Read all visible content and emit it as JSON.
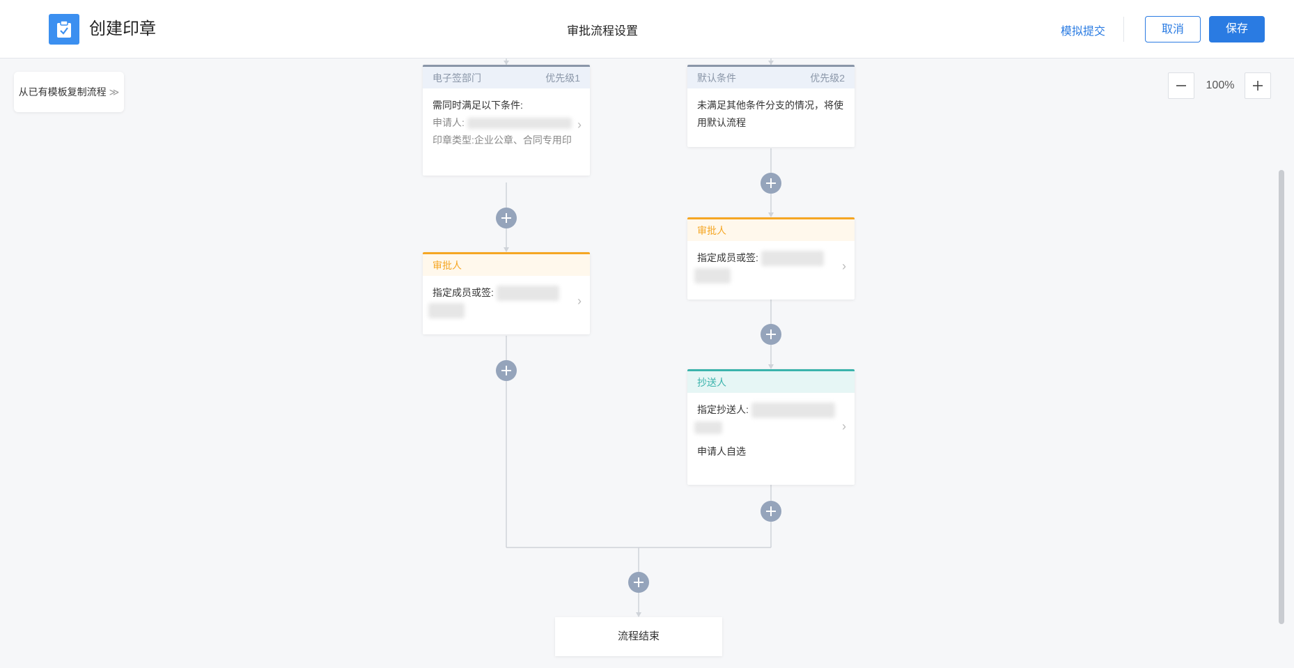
{
  "header": {
    "app_title": "创建印章",
    "page_title": "审批流程设置",
    "simulate_label": "模拟提交",
    "cancel_label": "取消",
    "save_label": "保存"
  },
  "toolbar": {
    "copy_label": "从已有模板复制流程",
    "copy_chevron": "≫",
    "zoom_level": "100%"
  },
  "branches": [
    {
      "title": "电子签部门",
      "priority": "优先级1",
      "cond_intro": "需同时满足以下条件:",
      "applicant_label": "申请人:",
      "seal_type_label": "印章类型:",
      "seal_type_value": "企业公章、合同专用印",
      "approver": {
        "title": "审批人",
        "member_label": "指定成员或签:"
      }
    },
    {
      "title": "默认条件",
      "priority": "优先级2",
      "cond_text": "未满足其他条件分支的情况，将使用默认流程",
      "approver": {
        "title": "审批人",
        "member_label": "指定成员或签:"
      },
      "cc": {
        "title": "抄送人",
        "member_label": "指定抄送人:",
        "extra": "申请人自选"
      }
    }
  ],
  "end_node": {
    "label": "流程结束"
  },
  "colors": {
    "primary": "#2a7be2",
    "condition": "#8a96a8",
    "approver": "#f5a623",
    "cc": "#3bb3ac",
    "plus_button": "#95a4bb"
  }
}
